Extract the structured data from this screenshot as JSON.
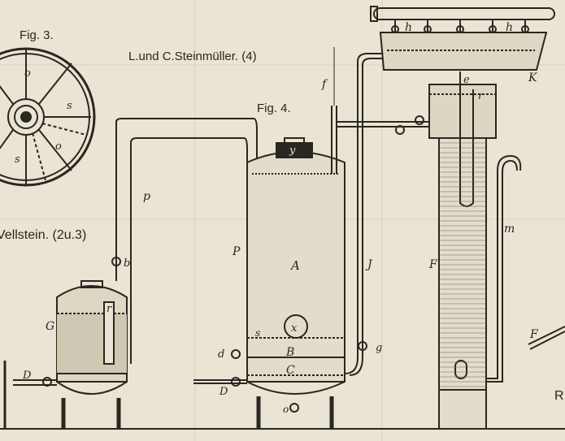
{
  "captions": {
    "fig3": "Fig. 3.",
    "fig4": "Fig. 4.",
    "steinmueller": "L.und C.Steinmüller. (4)",
    "wellstein": "Vellstein. (2u.3)"
  },
  "labels": {
    "A": "A",
    "B": "B",
    "C": "C",
    "D1": "D",
    "D2": "D",
    "F1": "F",
    "F2": "F",
    "G": "G",
    "J": "J",
    "K": "K",
    "P": "P",
    "R": "R",
    "b": "b",
    "d": "d",
    "e": "e",
    "f": "f",
    "g": "g",
    "h1": "h",
    "h2": "h",
    "m": "m",
    "o": "o",
    "p": "p",
    "r1": "r",
    "r2": "r",
    "s": "s",
    "x": "x",
    "y": "y",
    "wheel_o1": "o",
    "wheel_o2": "o",
    "wheel_s1": "s",
    "wheel_s2": "s"
  },
  "colors": {
    "paper": "#e9e4d3",
    "ink": "#2a2620",
    "fill": "#d8d2bf"
  }
}
